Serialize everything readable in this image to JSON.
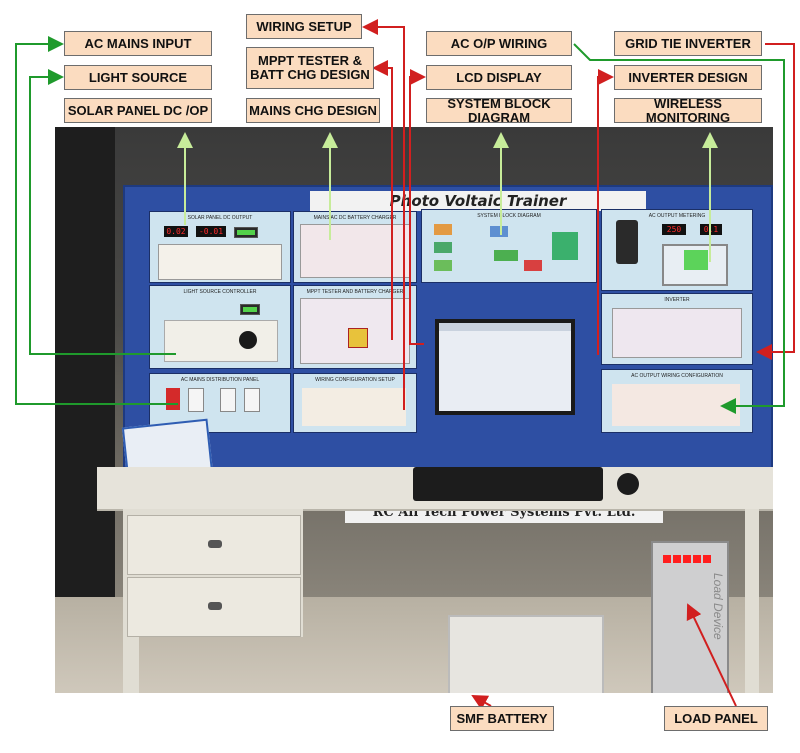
{
  "labels": {
    "ac_mains_input": "AC MAINS INPUT",
    "light_source": "LIGHT SOURCE",
    "solar_panel_dc_op": "SOLAR PANEL DC /OP",
    "wiring_setup": "WIRING SETUP",
    "mppt_tester_batt_chg_line1": "MPPT TESTER &",
    "mppt_tester_batt_chg_line2": "BATT CHG DESIGN",
    "mains_chg_design": "MAINS CHG DESIGN",
    "ac_op_wiring": "AC O/P WIRING",
    "lcd_display": "LCD DISPLAY",
    "system_block_diagram": "SYSTEM BLOCK DIAGRAM",
    "grid_tie_inverter": "GRID TIE INVERTER",
    "inverter_design": "INVERTER DESIGN",
    "wireless_monitoring": "WIRELESS MONITORING",
    "smf_battery": "SMF BATTERY",
    "load_panel": "LOAD PANEL"
  },
  "photo": {
    "board_title": "Photo Voltaic Trainer",
    "banner": "RC All Tech Power Systems Pvt. Ltd.",
    "panels": {
      "solar_panel_dc_output": "SOLAR PANEL DC OUTPUT",
      "mains_ac_dc_battery_charger": "MAINS AC DC BATTERY CHARGER",
      "system_block_diagram": "SYSTEM BLOCK DIAGRAM",
      "ac_output_metering": "AC OUTPUT METERING",
      "light_source_controller": "LIGHT SOURCE CONTROLLER",
      "mppt_tester_and_battery_charger": "MPPT TESTER AND BATTERY CHARGER",
      "inverter": "INVERTER",
      "ac_mains_distribution_panel": "AC MAINS DISTRIBUTION PANEL",
      "wiring_configuration_setup": "WIRING CONFIGURATION SETUP",
      "ac_output_wiring_configuration": "AC OUTPUT WIRING CONFIGURATION"
    },
    "readouts": {
      "solar_voltage": "0.02",
      "solar_current": "-0.01",
      "ac_meter_1": "250",
      "ac_meter_2": "0.1"
    },
    "load_device_text": "Load Device"
  },
  "colors": {
    "label_fill": "#fbdcc0",
    "arrow_green": "#1f9a2c",
    "arrow_red": "#d11f1f",
    "arrow_pale_green": "#c7ec9a",
    "board_blue": "#2e4fa3"
  }
}
